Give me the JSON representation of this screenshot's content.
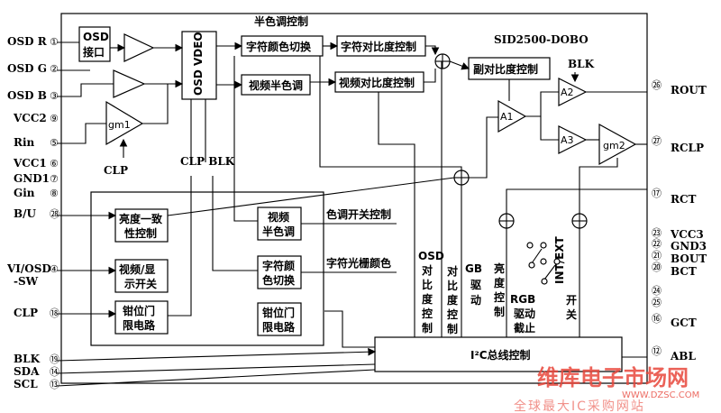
{
  "chip_name": "SID2500-DOBO",
  "left_pins": [
    {
      "label": "OSD R",
      "num": "①"
    },
    {
      "label": "OSD G",
      "num": "②"
    },
    {
      "label": "OSD B",
      "num": "③"
    },
    {
      "label": "VCC2",
      "num": "⑨"
    },
    {
      "label": "Rin",
      "num": "⑤"
    },
    {
      "label": "VCC1",
      "num": "⑥"
    },
    {
      "label": "GND1",
      "num": "⑦"
    },
    {
      "label": "Gin",
      "num": "⑧"
    },
    {
      "label": "B/U",
      "num": "㉘"
    },
    {
      "label": "VI/OSD",
      "num": "④"
    },
    {
      "label": "-SW",
      "num": ""
    },
    {
      "label": "CLP",
      "num": "⑱"
    },
    {
      "label": "BLK",
      "num": "⑲"
    },
    {
      "label": "SDA",
      "num": "⑭"
    },
    {
      "label": "SCL",
      "num": "⑬"
    }
  ],
  "right_pins": [
    {
      "label": "ROUT",
      "num": "㉖"
    },
    {
      "label": "RCLP",
      "num": "㉗"
    },
    {
      "label": "RCT",
      "num": "⑰"
    },
    {
      "label": "VCC3",
      "num": "㉓"
    },
    {
      "label": "GND3",
      "num": "㉒"
    },
    {
      "label": "BOUT",
      "num": "㉑"
    },
    {
      "label": "BCT",
      "num": "⑳"
    },
    {
      "label": "",
      "num": "㉔"
    },
    {
      "label": "",
      "num": "㉕"
    },
    {
      "label": "GCT",
      "num": "⑯"
    },
    {
      "label": "ABL",
      "num": "⑫"
    }
  ],
  "blocks": {
    "osd_interface": [
      "OSD",
      "接口"
    ],
    "osd_video": "OSD VDEO",
    "gm1": "gm1",
    "gm2": "gm2",
    "char_color_switch": "字符颜色切换",
    "video_halftone": "视频半色调",
    "char_contrast_ctrl": "字符对比度控制",
    "video_contrast_ctrl": "视频对比度控制",
    "sub_contrast_ctrl": "副对比度控制",
    "a1": "A1",
    "a2": "A2",
    "a3": "A3",
    "brightness_uniform": [
      "亮度一致",
      "性控制"
    ],
    "video_display_switch": [
      "视频/显",
      "示开关"
    ],
    "clamp_limit_left": [
      "钳位门",
      "限电路"
    ],
    "video_halftone_inner": [
      "视频",
      "半色调"
    ],
    "char_color_switch_inner": [
      "字符颜",
      "色切换"
    ],
    "clamp_limit_right": [
      "钳位门",
      "限电路"
    ],
    "i2c_bus": "I²C总线控制"
  },
  "labels": {
    "halftone_ctrl": "半色调控制",
    "clp": "CLP",
    "clp_blk": "CLP BLK",
    "blk": "BLK",
    "color_switch_ctrl": "色调开关控制",
    "char_raster_color": "字符光栅颜色",
    "osd_contrast_ctrl": [
      "OSD",
      "对",
      "比",
      "度",
      "控",
      "制"
    ],
    "contrast_ctrl": [
      "对",
      "比",
      "度",
      "控",
      "制"
    ],
    "gb_drive": [
      "GB",
      "驱",
      "动"
    ],
    "brightness_ctrl": [
      "亮",
      "度",
      "控",
      "制"
    ],
    "rgb_drive_cutoff": [
      "RGB",
      "驱动",
      "截止"
    ],
    "int_ext": "INT/EXT",
    "switch": [
      "开",
      "关"
    ]
  },
  "watermark": {
    "main": "维库电子市场网",
    "url": "WWW.DZSC.COM",
    "sub": "全球最大IC采购网站"
  }
}
